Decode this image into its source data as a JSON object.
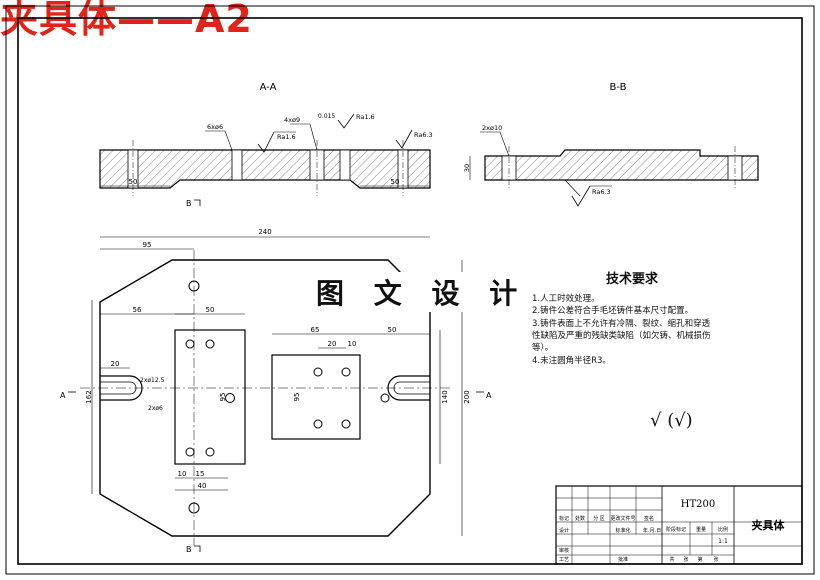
{
  "headline": "夹具体——A2",
  "views": {
    "section_aa": "A-A",
    "section_bb": "B-B",
    "aa_dims": {
      "left_len": "50",
      "right_len": "50"
    },
    "aa_notes": {
      "note1": "6xø6",
      "note2": "4xø9",
      "rough1": "Ra1.6",
      "rough2": "Ra1.6",
      "rough3": "Ra6.3",
      "tol": "0.015"
    },
    "bb_notes": {
      "note1": "2xø10",
      "rough": "Ra6.3",
      "dim": "30"
    },
    "cut_b_top": "B",
    "cut_b_bottom": "B",
    "cut_a_left": "A",
    "cut_a_right": "A"
  },
  "plan_dims": {
    "overall_width": "240",
    "top_offset": "95",
    "left_block": "56",
    "block_width": "50",
    "right_block_a": "65",
    "right_block_b": "50",
    "inner_20": "20",
    "inner_10": "10",
    "slot_20": "20",
    "hole_note1": "2xø12.5",
    "hole_note2": "2xø6",
    "left_height": "162",
    "block_height": "95",
    "right_inner": "95",
    "height_140": "140",
    "height_200": "200",
    "bottom_10": "10",
    "bottom_15": "15",
    "bottom_40": "40"
  },
  "watermark": "图 文 设 计",
  "tech": {
    "title": "技术要求",
    "lines": [
      "1.人工时效处理。",
      "2.铸件公差符合手毛坯铸件基本尺寸配置。",
      "3.铸件表面上不允许有冷隔、裂纹、缩孔和穿透",
      "性缺陷及严重的残缺类缺陷（如欠铸、机械损伤",
      "等）。",
      "4.未注圆角半径R3。"
    ],
    "roughness_symbol": "√ (√)"
  },
  "title_block": {
    "material": "HT200",
    "part_name": "夹具体",
    "cells": [
      "标记",
      "处数",
      "分 区",
      "更改文件号",
      "签名",
      "年.月.日",
      "设计",
      "标准化",
      "阶段标记",
      "重量",
      "比例",
      "审核",
      "工艺",
      "批准",
      "共",
      "张",
      "第",
      "张",
      "1:1"
    ]
  }
}
